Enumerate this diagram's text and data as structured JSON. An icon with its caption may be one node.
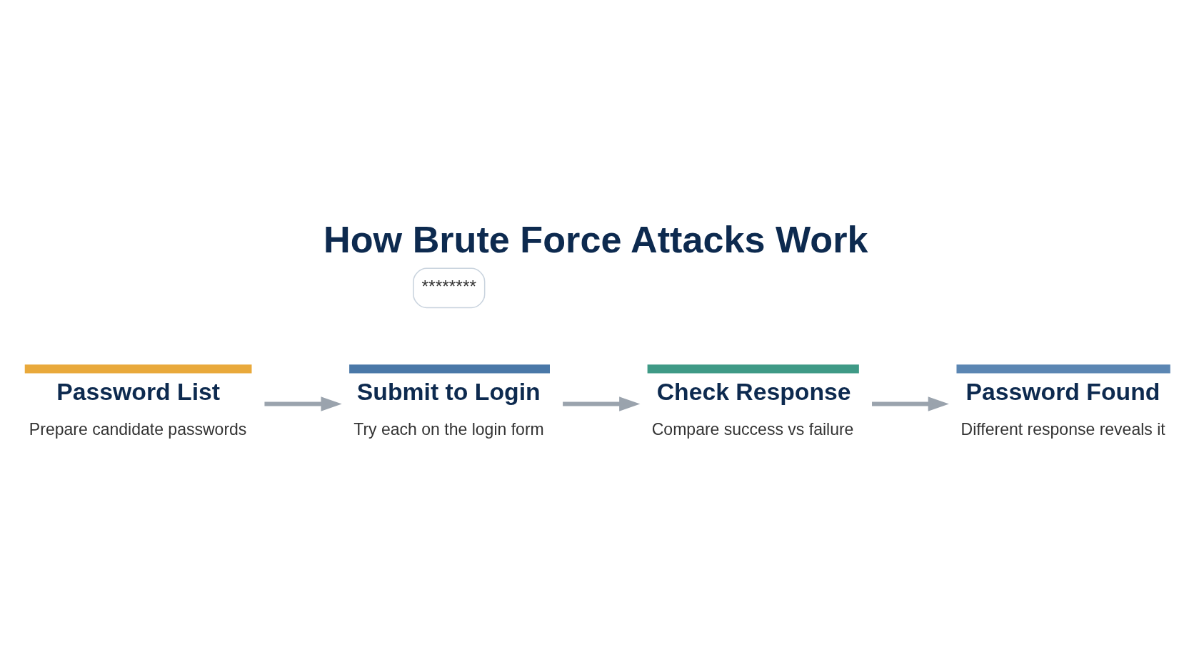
{
  "diagram": {
    "title": "How Brute Force Attacks Work",
    "nodes": [
      {
        "text": [
          "Password List",
          "Prepare candidate passwords"
        ]
      },
      {
        "text": [
          "Submit to Login",
          "Try each on the login form"
        ]
      },
      {
        "text": [
          "Check Response",
          "Compare success vs failure"
        ]
      },
      {
        "text": [
          "Password Found",
          "Different response reveals it"
        ]
      }
    ],
    "edges": [
      {
        "from": 0,
        "to": 1,
        "arrow": "to"
      },
      {
        "from": 1,
        "to": 2,
        "arrow": "to"
      },
      {
        "from": 2,
        "to": 3,
        "arrow": "to"
      }
    ],
    "labels": [
      "********"
    ]
  }
}
